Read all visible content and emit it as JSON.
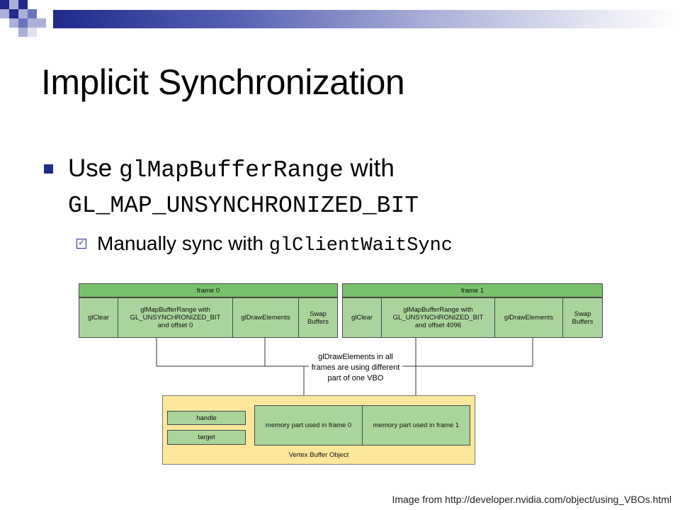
{
  "slide": {
    "title": "Implicit Synchronization",
    "bullet1": {
      "prefix": "Use ",
      "code1": "glMapBufferRange",
      "middle": " with",
      "code2": "GL_MAP_UNSYNCHRONIZED_BIT"
    },
    "subbullet": {
      "text": "Manually sync with ",
      "code": "glClientWaitSync"
    },
    "credit": "Image from http://developer.nvidia.com/object/using_VBOs.html"
  },
  "diagram": {
    "frame0": {
      "header": "frame 0",
      "cells": [
        "glClear",
        "glMapBufferRange with\nGL_UNSYNCHRONIZED_BIT\nand offset 0",
        "glDrawElements",
        "Swap\nBuffers"
      ]
    },
    "frame1": {
      "header": "frame 1",
      "cells": [
        "glClear",
        "glMapBufferRange with\nGL_UNSYNCHRONIZED_BIT\nand offset 4096",
        "glDrawElements",
        "Swap\nBuffers"
      ]
    },
    "callout": "glDrawElements in all\nframes are using different\npart of one VBO",
    "vbo": {
      "handle": "handle",
      "target": "target",
      "mem0": "memory part used in frame 0",
      "mem1": "memory part used in frame 1",
      "label": "Vertex Buffer Object"
    }
  },
  "colors": {
    "accent": "#1f2a8a",
    "frame_header": "#79c06c",
    "frame_cell": "#a9d59c",
    "vbo_bg": "#fde79b"
  }
}
